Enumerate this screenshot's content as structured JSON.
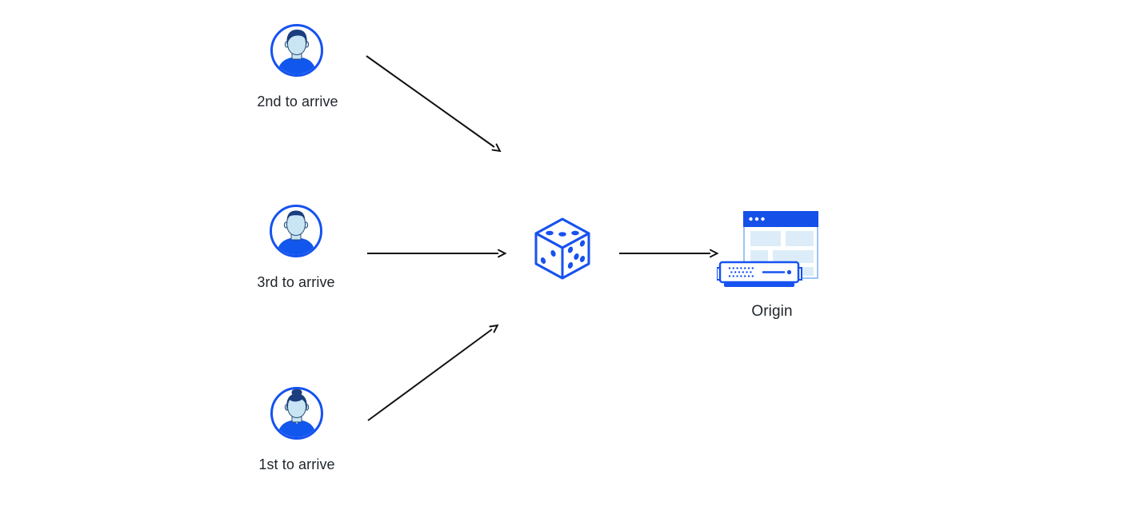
{
  "diagram": {
    "type": "flow-diagram",
    "background": "#ffffff",
    "colors": {
      "primary_blue": "#1652f0",
      "navy_hair": "#1a3e7e",
      "face_blue": "#c9e5f4",
      "pale_block_blue": "#dcedf9",
      "window_border_blue": "#9fc4f5",
      "arrow_black": "#111111",
      "label_text": "#20262c"
    },
    "actors": [
      {
        "id": "user-a",
        "label": "2nd to arrive",
        "icon": "avatar-male-wavy-hair-icon"
      },
      {
        "id": "user-b",
        "label": "3rd to arrive",
        "icon": "avatar-male-short-hair-icon"
      },
      {
        "id": "user-c",
        "label": "1st to arrive",
        "icon": "avatar-female-bun-hair-icon"
      }
    ],
    "randomizer": {
      "id": "dice",
      "icon": "dice-icon"
    },
    "origin": {
      "id": "origin",
      "label": "Origin",
      "icon": "origin-browser-server-icon"
    },
    "edges": [
      {
        "from": "user-a",
        "to": "dice"
      },
      {
        "from": "user-b",
        "to": "dice"
      },
      {
        "from": "user-c",
        "to": "dice"
      },
      {
        "from": "dice",
        "to": "origin"
      }
    ]
  }
}
